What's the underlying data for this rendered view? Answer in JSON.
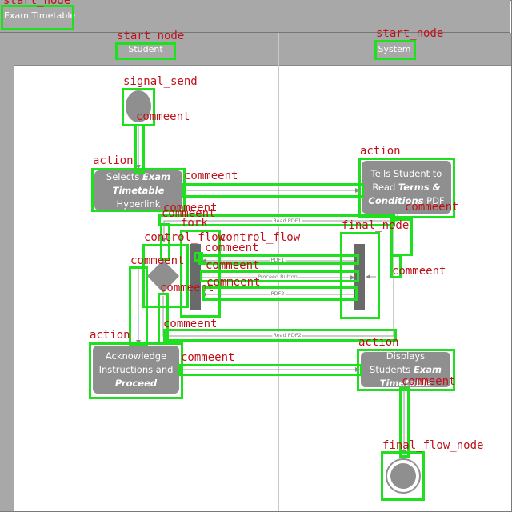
{
  "diagram": {
    "title": "Exam Timetable",
    "lanes": [
      {
        "id": "student",
        "label": "Student"
      },
      {
        "id": "system",
        "label": "System"
      }
    ],
    "nodes": {
      "selects": {
        "pre": "Selects ",
        "em": "Exam Timetable",
        "post": " Hyperlink"
      },
      "tells": {
        "pre": "Tells Student to Read ",
        "em": "Terms & Conditions",
        "post": " PDF"
      },
      "ack": {
        "pre": "Acknowledge Instructions and ",
        "em": "Proceed",
        "post": ""
      },
      "displays": {
        "pre": "Displays Students ",
        "em": "Exam Timetable",
        "post": ""
      }
    },
    "edge_labels": {
      "read_pdf1": "Read PDF1",
      "pdf1": "PDF1",
      "proceed_button": "Proceed Button",
      "pdf2": "PDF2",
      "read_pdf2": "Read PDF2"
    }
  },
  "annotations": [
    {
      "id": "a-title",
      "label": "start_node"
    },
    {
      "id": "a-student",
      "label": "start_node"
    },
    {
      "id": "a-system",
      "label": "start_node"
    },
    {
      "id": "a-signal",
      "label": "signal_send"
    },
    {
      "id": "a-cm1",
      "label": "commeent"
    },
    {
      "id": "a-selects",
      "label": "action"
    },
    {
      "id": "a-cm2",
      "label": "commeent"
    },
    {
      "id": "a-tells",
      "label": "action"
    },
    {
      "id": "a-cm3",
      "label": "commeent"
    },
    {
      "id": "a-cm4",
      "label": "commeent"
    },
    {
      "id": "a-cm5",
      "label": "commeent"
    },
    {
      "id": "a-fork",
      "label": "fork"
    },
    {
      "id": "a-final",
      "label": "final_node"
    },
    {
      "id": "a-cf1",
      "label": "control_flow"
    },
    {
      "id": "a-cf2",
      "label": "control_flow"
    },
    {
      "id": "a-cm6",
      "label": "commeent"
    },
    {
      "id": "a-cm7",
      "label": "commeent"
    },
    {
      "id": "a-cm8",
      "label": "commeent"
    },
    {
      "id": "a-cm9",
      "label": "commeent"
    },
    {
      "id": "a-cm10",
      "label": "commeent"
    },
    {
      "id": "a-cm11",
      "label": "commeent"
    },
    {
      "id": "a-cm12",
      "label": "commeent"
    },
    {
      "id": "a-ack",
      "label": "action"
    },
    {
      "id": "a-displays",
      "label": "action"
    },
    {
      "id": "a-cm13",
      "label": "commeent"
    },
    {
      "id": "a-cm14",
      "label": "commeent"
    },
    {
      "id": "a-flowend",
      "label": "final_flow_node"
    }
  ],
  "colors": {
    "annotation_box": "#1fe01f",
    "annotation_label": "#c0101a",
    "node_fill": "#8f8f8f",
    "header_fill": "#a8a8a8"
  }
}
